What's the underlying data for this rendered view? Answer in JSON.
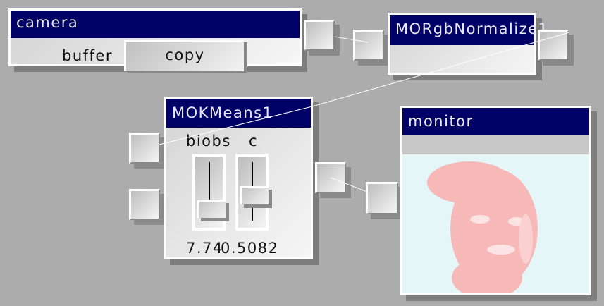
{
  "camera": {
    "title": "camera",
    "buffer_label": "buffer",
    "copy_button": "copy"
  },
  "normalize": {
    "title": "MORgbNormalize1"
  },
  "kmeans": {
    "title": "MOKMeans1",
    "slider_labels": [
      "biobs",
      "c"
    ],
    "values": [
      "7.74",
      "0.5082"
    ],
    "slider_levels": [
      0.25,
      0.45
    ]
  },
  "monitor": {
    "title": "monitor"
  }
}
